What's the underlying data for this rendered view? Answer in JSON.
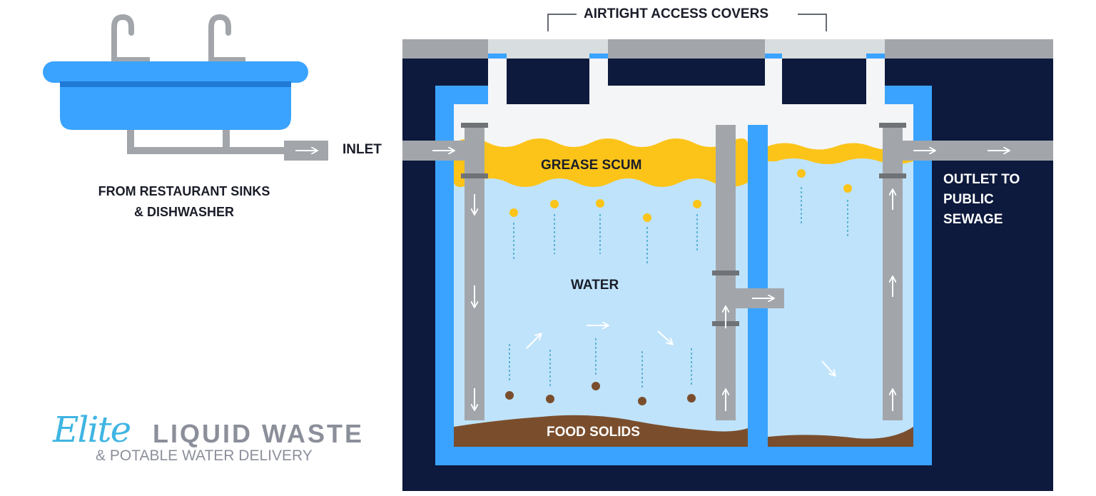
{
  "labels": {
    "covers": "AIRTIGHT ACCESS COVERS",
    "inlet": "INLET",
    "source": "FROM RESTAURANT SINKS\n& DISHWASHER",
    "grease": "GREASE SCUM",
    "water": "WATER",
    "solids": "FOOD SOLIDS",
    "outlet": "OUTLET TO\nPUBLIC\nSEWAGE"
  },
  "brand": {
    "script": "Elite",
    "main": "LIQUID WASTE",
    "sub": "& POTABLE WATER DELIVERY"
  },
  "colors": {
    "ground": "#0d1a3d",
    "tank_wall": "#3aa3ff",
    "water": "#bfe3fb",
    "grease": "#fcc419",
    "solids": "#7a4e2d",
    "pipe": "#a2a6ab",
    "cover": "#d8dde0",
    "brand_accent": "#3fb5e3",
    "brand_gray": "#8b8f9a"
  },
  "icons": [
    "sink-icon",
    "faucet-icon",
    "flow-arrow-icon"
  ]
}
